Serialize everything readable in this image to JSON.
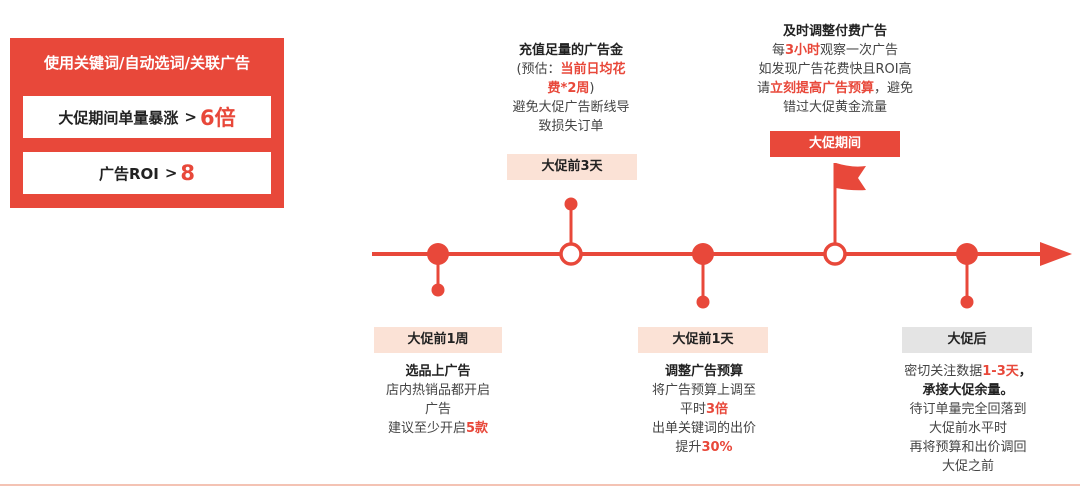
{
  "summary": {
    "title": "使用关键词/自动选词/关联广告",
    "cards": [
      {
        "label": "大促期间单量暴涨",
        "op": ">",
        "value": "6倍"
      },
      {
        "label": "广告ROI",
        "op": ">",
        "value": "8"
      }
    ]
  },
  "stages": [
    {
      "label": "大促前1周",
      "lines": [
        [
          {
            "t": "选品上广告",
            "s": "b"
          }
        ],
        [
          {
            "t": "店内热销品都开启"
          }
        ],
        [
          {
            "t": "广告"
          }
        ],
        [
          {
            "t": "建议至少开启"
          },
          {
            "t": "5款",
            "s": "hlb"
          }
        ]
      ]
    },
    {
      "label": "大促前3天",
      "lines": [
        [
          {
            "t": "充值足量的广告金",
            "s": "b"
          }
        ],
        [
          {
            "t": "(预估："
          },
          {
            "t": "当前日均花",
            "s": "hlb"
          }
        ],
        [
          {
            "t": "费*2周",
            "s": "hlb"
          },
          {
            "t": ")"
          }
        ],
        [
          {
            "t": "避免大促广告断线导"
          }
        ],
        [
          {
            "t": "致损失订单"
          }
        ]
      ]
    },
    {
      "label": "大促前1天",
      "lines": [
        [
          {
            "t": "调整广告预算",
            "s": "b"
          }
        ],
        [
          {
            "t": "将广告预算上调至"
          }
        ],
        [
          {
            "t": "平时"
          },
          {
            "t": "3倍",
            "s": "hlb"
          }
        ],
        [
          {
            "t": "出单关键词的出价"
          }
        ],
        [
          {
            "t": "提升"
          },
          {
            "t": "30%",
            "s": "hlb"
          }
        ]
      ]
    },
    {
      "label": "大促期间",
      "lines": [
        [
          {
            "t": "及时调整付费广告",
            "s": "b"
          }
        ],
        [
          {
            "t": "每"
          },
          {
            "t": "3小时",
            "s": "hlb"
          },
          {
            "t": "观察一次广告"
          }
        ],
        [
          {
            "t": "如发现广告花费快且ROI高"
          }
        ],
        [
          {
            "t": "请"
          },
          {
            "t": "立刻提高广告预算",
            "s": "hlb"
          },
          {
            "t": "，避免"
          }
        ],
        [
          {
            "t": "错过大促黄金流量"
          }
        ]
      ]
    },
    {
      "label": "大促后",
      "lines": [
        [
          {
            "t": "密切关注数据"
          },
          {
            "t": "1-3天",
            "s": "hlb"
          },
          {
            "t": "，",
            "s": "b"
          }
        ],
        [
          {
            "t": "承接大促余量。",
            "s": "b"
          }
        ],
        [
          {
            "t": "待订单量完全回落到"
          }
        ],
        [
          {
            "t": "大促前水平时"
          }
        ],
        [
          {
            "t": "再将预算和出价调回"
          }
        ],
        [
          {
            "t": "大促之前"
          }
        ]
      ]
    }
  ],
  "colors": {
    "accent": "#E8483A",
    "label_bg": "#FBE2D6",
    "label_grey": "#E4E4E4"
  }
}
